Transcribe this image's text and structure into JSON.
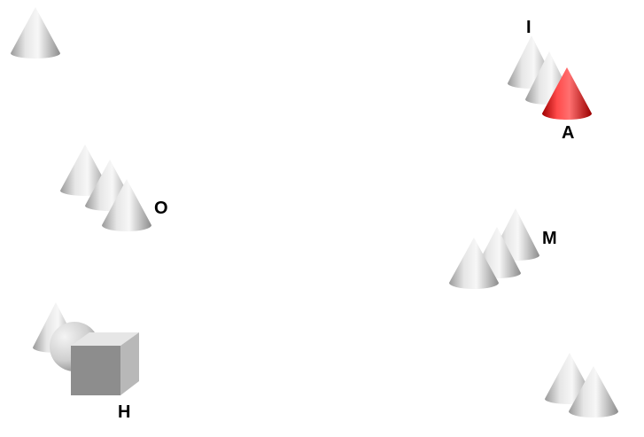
{
  "labels": {
    "I": "I",
    "A": "A",
    "O": "O",
    "M": "M",
    "H": "H"
  },
  "objects": [
    {
      "group": "top-left",
      "shape": "cone",
      "color": "gray"
    },
    {
      "group": "I",
      "shape": "cone",
      "color": "gray"
    },
    {
      "group": "I",
      "shape": "cone",
      "color": "gray"
    },
    {
      "group": "A",
      "shape": "cone",
      "color": "red"
    },
    {
      "group": "O",
      "shape": "cone",
      "color": "gray"
    },
    {
      "group": "O",
      "shape": "cone",
      "color": "gray"
    },
    {
      "group": "O",
      "shape": "cone",
      "color": "gray"
    },
    {
      "group": "M",
      "shape": "cone",
      "color": "gray"
    },
    {
      "group": "M",
      "shape": "cone",
      "color": "gray"
    },
    {
      "group": "M",
      "shape": "cone",
      "color": "gray"
    },
    {
      "group": "H",
      "shape": "cone",
      "color": "gray"
    },
    {
      "group": "H",
      "shape": "sphere",
      "color": "gray"
    },
    {
      "group": "H",
      "shape": "cube",
      "color": "gray"
    },
    {
      "group": "bottom-right",
      "shape": "cone",
      "color": "gray"
    },
    {
      "group": "bottom-right",
      "shape": "cone",
      "color": "gray"
    }
  ],
  "colors": {
    "background": "#ffffff",
    "gray_light": "#f2f2f2",
    "gray_dark": "#8a8a8a",
    "red_light": "#ff5a5a",
    "red_dark": "#a00000",
    "label": "#000000"
  }
}
